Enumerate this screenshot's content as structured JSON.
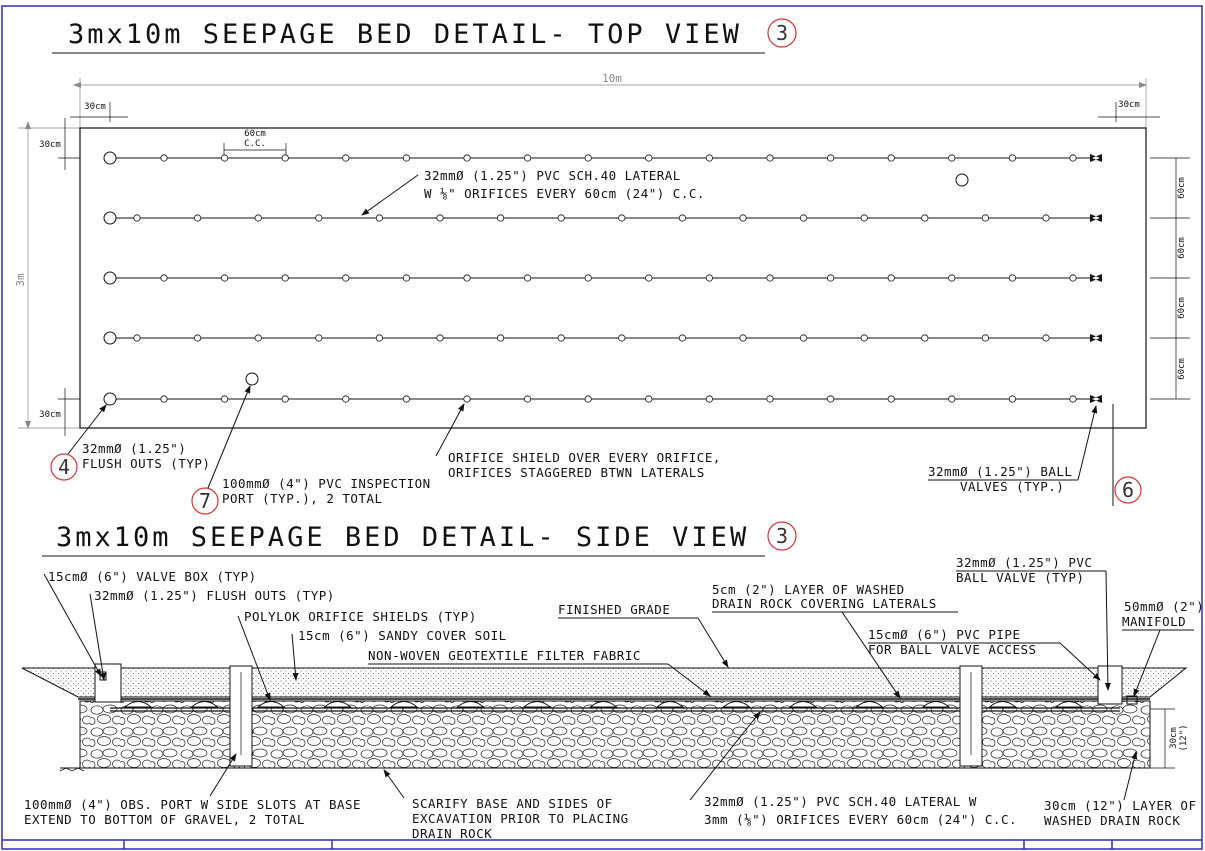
{
  "top_view": {
    "title": "3mx10m SEEPAGE BED DETAIL- TOP VIEW",
    "title_badge": "3",
    "dims": {
      "overall_length": "10m",
      "overall_width": "3m",
      "left_offset": "30cm",
      "right_offset": "30cm",
      "top_offset": "30cm",
      "bottom_offset": "30cm",
      "orifice_spacing": "60cm",
      "orifice_spacing_sub": "C.C.",
      "lateral_spacing": [
        "60cm",
        "60cm",
        "60cm",
        "60cm"
      ]
    },
    "notes": {
      "lateral_line1": "32mmØ (1.25\") PVC SCH.40 LATERAL",
      "lateral_line2": "W ⅛\" ORIFICES EVERY 60cm (24\") C.C.",
      "flush_line1": "32mmØ (1.25\")",
      "flush_line2": "FLUSH OUTS (TYP)",
      "flush_badge": "4",
      "port_line1": "100mmØ (4\") PVC INSPECTION",
      "port_line2": "PORT (TYP.), 2 TOTAL",
      "port_badge": "7",
      "shield_line1": "ORIFICE SHIELD OVER EVERY ORIFICE,",
      "shield_line2": "ORIFICES STAGGERED BTWN LATERALS",
      "valve_line1": "32mmØ (1.25\") BALL",
      "valve_line2": "VALVES (TYP.)",
      "valve_badge": "6"
    }
  },
  "side_view": {
    "title": "3mx10m SEEPAGE BED DETAIL- SIDE VIEW",
    "title_badge": "3",
    "notes": {
      "valve_box": "15cmØ (6\") VALVE BOX (TYP)",
      "flush_outs": "32mmØ (1.25\") FLUSH OUTS (TYP)",
      "shields": "POLYLOK ORIFICE SHIELDS (TYP)",
      "cover_soil": "15cm (6\") SANDY COVER SOIL",
      "geotextile": "NON-WOVEN GEOTEXTILE FILTER FABRIC",
      "finished_grade": "FINISHED GRADE",
      "rock_line1": "5cm (2\") LAYER OF WASHED",
      "rock_line2": "DRAIN ROCK COVERING LATERALS",
      "ball_valve_line1": "32mmØ (1.25\") PVC",
      "ball_valve_line2": "BALL VALVE (TYP)",
      "manifold_line1": "50mmØ (2\")",
      "manifold_line2": "MANIFOLD",
      "pipe_line1": "15cmØ (6\") PVC PIPE",
      "pipe_line2": "FOR BALL VALVE ACCESS",
      "depth_dim": "30cm",
      "depth_dim_sub": "(12\")",
      "obs_line1": "100mmØ (4\") OBS. PORT W SIDE SLOTS AT BASE",
      "obs_line2": "EXTEND TO BOTTOM OF GRAVEL, 2 TOTAL",
      "scarify_line1": "SCARIFY BASE AND SIDES OF",
      "scarify_line2": "EXCAVATION PRIOR TO PLACING",
      "scarify_line3": "DRAIN ROCK",
      "lateral_line1": "32mmØ (1.25\") PVC SCH.40 LATERAL W",
      "lateral_line2": "3mm (⅛\") ORIFICES EVERY 60cm (24\") C.C.",
      "drain_rock_line1": "30cm (12\") LAYER OF",
      "drain_rock_line2": "WASHED DRAIN ROCK"
    }
  },
  "colors": {
    "frame": "#2a2fb8",
    "badge": "#d33333",
    "line": "#111111"
  }
}
